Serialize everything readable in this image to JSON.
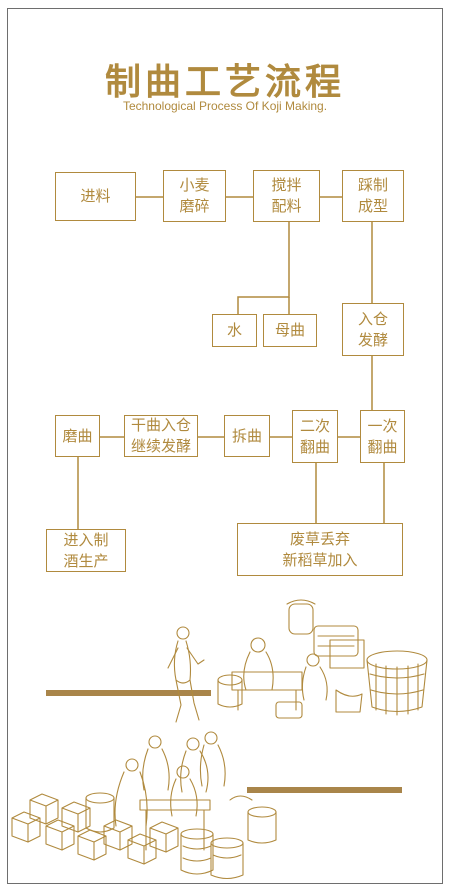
{
  "header": {
    "title": "制曲工艺流程",
    "subtitle": "Technological Process Of Koji Making."
  },
  "steps": {
    "jinliao": "进料",
    "xiaomai_mosui": "小麦\n磨碎",
    "jiaoban_peiliao": "搅拌\n配料",
    "caizhi_chengxing": "踩制\n成型",
    "shui": "水",
    "muqu": "母曲",
    "rucang_fajiao": "入仓\n发酵",
    "yici_fanqu": "一次\n翻曲",
    "erci_fanqu": "二次\n翻曲",
    "chaiqu": "拆曲",
    "ganqu_rucang": "干曲入仓\n继续发酵",
    "moqu": "磨曲",
    "jinru_zhijiu": "进入制\n酒生产",
    "feicao": "废草丢弃\n新稻草加入"
  },
  "colors": {
    "accent": "#b08a3e",
    "frame": "#6e6e6e"
  }
}
